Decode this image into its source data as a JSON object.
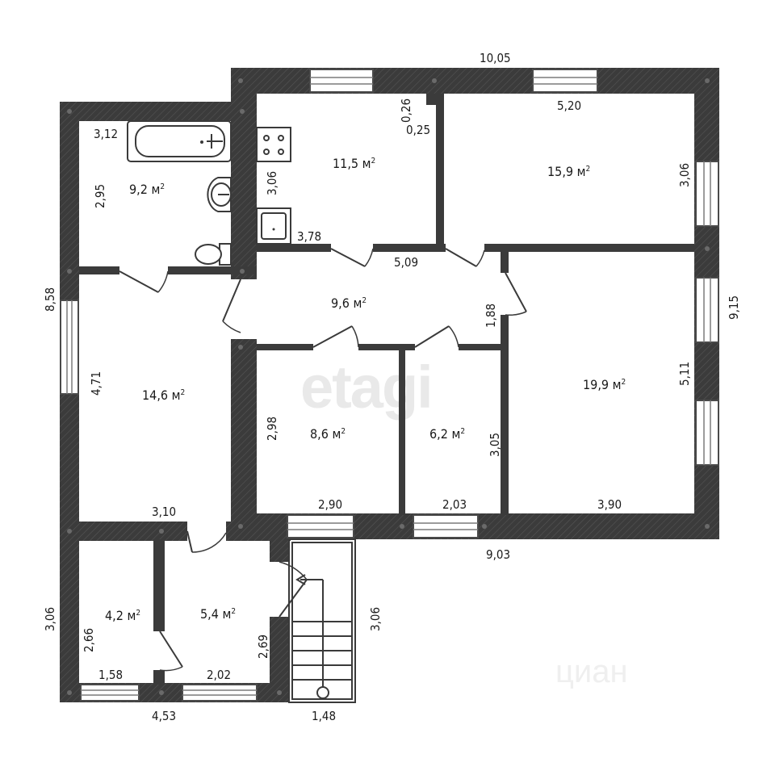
{
  "colors": {
    "wall": "#3b3b3b",
    "background": "#ffffff",
    "text": "#1a1a1a"
  },
  "watermark": {
    "main": "etagi",
    "secondary": "циан"
  },
  "unit": "м",
  "rooms": [
    {
      "id": "bathroom",
      "area": "9,2"
    },
    {
      "id": "kitchen",
      "area": "11,5"
    },
    {
      "id": "room-ne",
      "area": "15,9"
    },
    {
      "id": "hall",
      "area": "9,6"
    },
    {
      "id": "room-w",
      "area": "14,6"
    },
    {
      "id": "room-mid",
      "area": "8,6"
    },
    {
      "id": "pantry",
      "area": "6,2"
    },
    {
      "id": "room-e",
      "area": "19,9"
    },
    {
      "id": "storage",
      "area": "4,2"
    },
    {
      "id": "vestibule",
      "area": "5,4"
    }
  ],
  "dimensions": [
    "10,05",
    "5,20",
    "0,26",
    "0,25",
    "3,12",
    "2,95",
    "3,06",
    "3,78",
    "3,06",
    "5,09",
    "8,58",
    "9,15",
    "1,88",
    "4,71",
    "5,11",
    "2,98",
    "3,05",
    "3,10",
    "2,90",
    "2,03",
    "3,90",
    "9,03",
    "3,06",
    "2,66",
    "2,69",
    "3,06",
    "1,58",
    "2,02",
    "4,53",
    "1,48"
  ]
}
